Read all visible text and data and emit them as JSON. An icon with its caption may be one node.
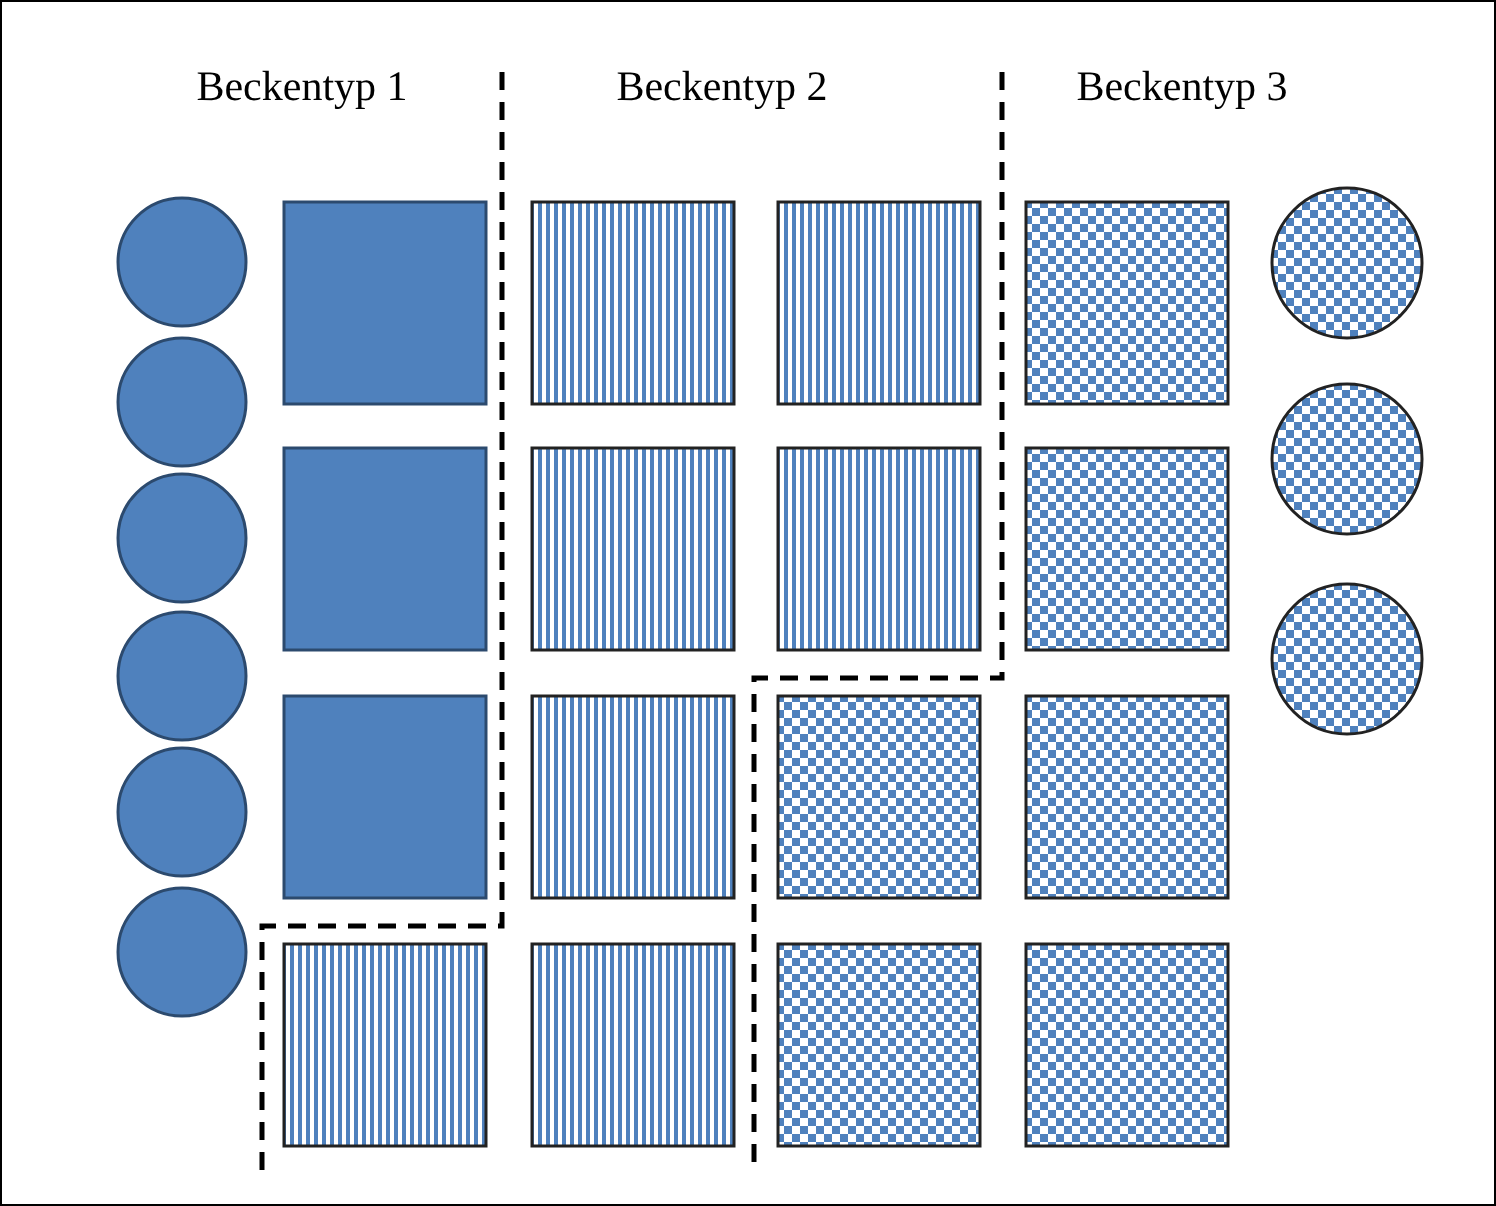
{
  "diagram": {
    "nodes": [
      {
        "text": [],
        "shape": "circle"
      },
      {
        "text": [],
        "shape": "circle"
      },
      {
        "text": [],
        "shape": "circle"
      },
      {
        "text": [],
        "shape": "circle"
      },
      {
        "text": [],
        "shape": "circle"
      },
      {
        "text": [],
        "shape": "circle"
      },
      {
        "text": [],
        "shape": "box"
      },
      {
        "text": [],
        "shape": "box"
      },
      {
        "text": [],
        "shape": "box"
      },
      {
        "text": [],
        "shape": "box"
      },
      {
        "text": [],
        "shape": "box"
      },
      {
        "text": [],
        "shape": "box"
      },
      {
        "text": [],
        "shape": "box"
      },
      {
        "text": [],
        "shape": "box"
      },
      {
        "text": [],
        "shape": "box"
      },
      {
        "text": [],
        "shape": "box"
      },
      {
        "text": [],
        "shape": "box"
      },
      {
        "text": [],
        "shape": "box"
      },
      {
        "text": [],
        "shape": "box"
      },
      {
        "text": [],
        "shape": "box"
      },
      {
        "text": [],
        "shape": "box"
      },
      {
        "text": [],
        "shape": "box"
      },
      {
        "text": [],
        "shape": "circle"
      },
      {
        "text": [],
        "shape": "circle"
      },
      {
        "text": [],
        "shape": "circle"
      }
    ],
    "labels": [
      "Beckentyp 1",
      "Beckentyp 2",
      "Beckentyp 3"
    ]
  }
}
